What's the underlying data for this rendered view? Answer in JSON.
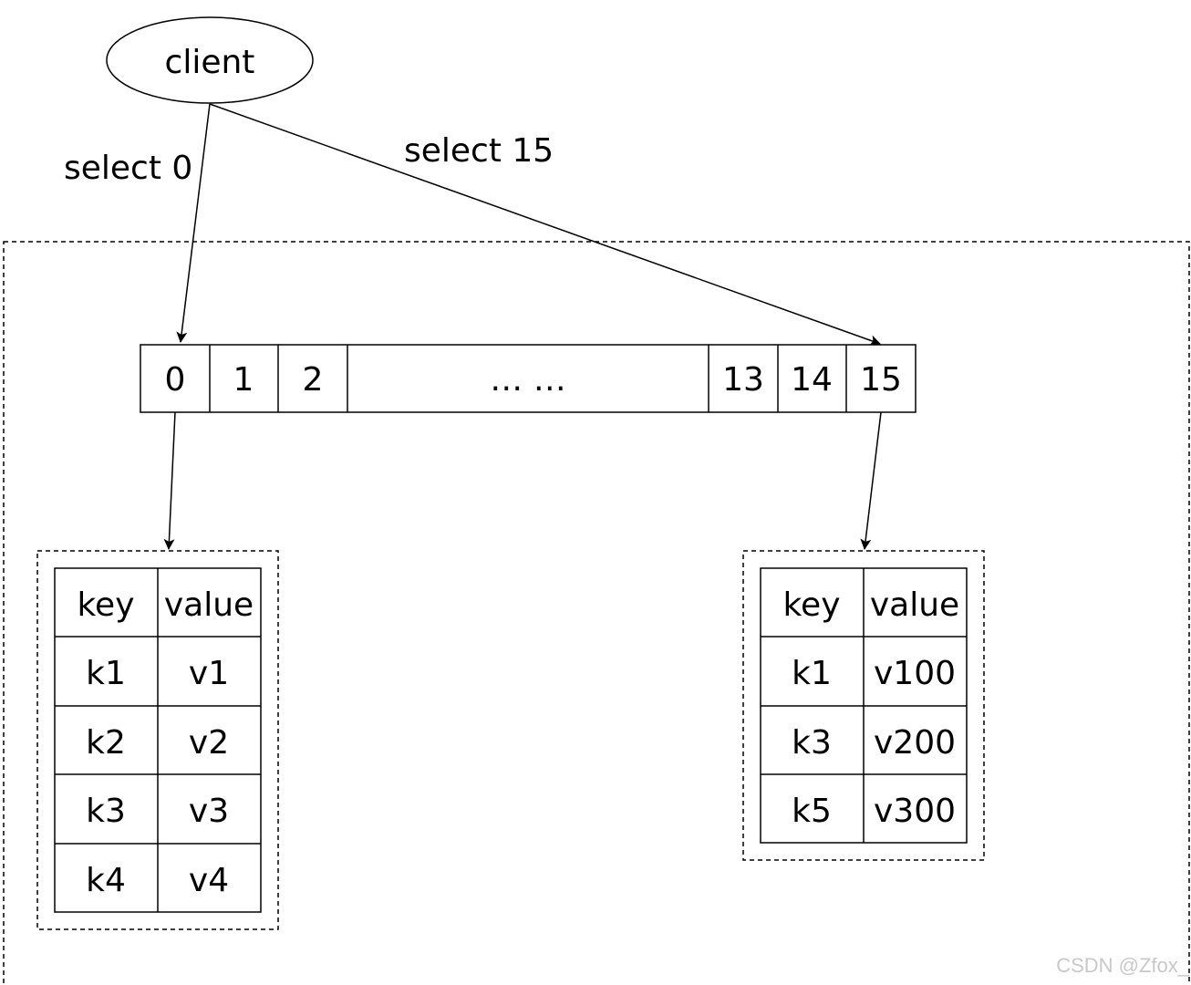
{
  "client": {
    "label": "client"
  },
  "edges": {
    "select_0": "select 0",
    "select_15": "select 15"
  },
  "db_array": [
    "0",
    "1",
    "2",
    "… …",
    "13",
    "14",
    "15"
  ],
  "table_left": {
    "headers": [
      "key",
      "value"
    ],
    "rows": [
      [
        "k1",
        "v1"
      ],
      [
        "k2",
        "v2"
      ],
      [
        "k3",
        "v3"
      ],
      [
        "k4",
        "v4"
      ]
    ]
  },
  "table_right": {
    "headers": [
      "key",
      "value"
    ],
    "rows": [
      [
        "k1",
        "v100"
      ],
      [
        "k3",
        "v200"
      ],
      [
        "k5",
        "v300"
      ]
    ]
  },
  "watermark": "CSDN @Zfox_"
}
